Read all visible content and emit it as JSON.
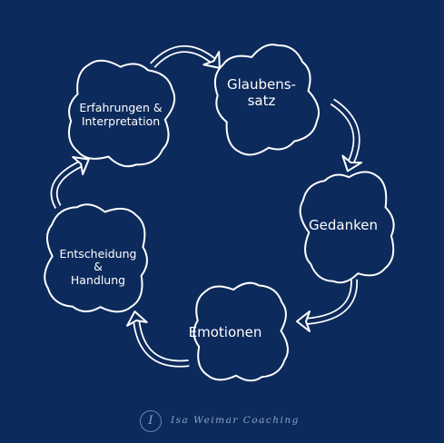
{
  "colors": {
    "background": "#0d2a5c",
    "stroke": "#ffffff",
    "footer": "#8aa3c4"
  },
  "nodes": {
    "glaubenssatz": [
      "Glaubens-",
      "satz"
    ],
    "gedanken": "Gedanken",
    "emotionen": "Emotionen",
    "entscheidung": [
      "Entscheidung",
      "&",
      "Handlung"
    ],
    "erfahrungen": [
      "Erfahrungen &",
      "Interpretation"
    ]
  },
  "footer": {
    "logo_letter": "I",
    "brand": "Isa Weimar Coaching"
  }
}
